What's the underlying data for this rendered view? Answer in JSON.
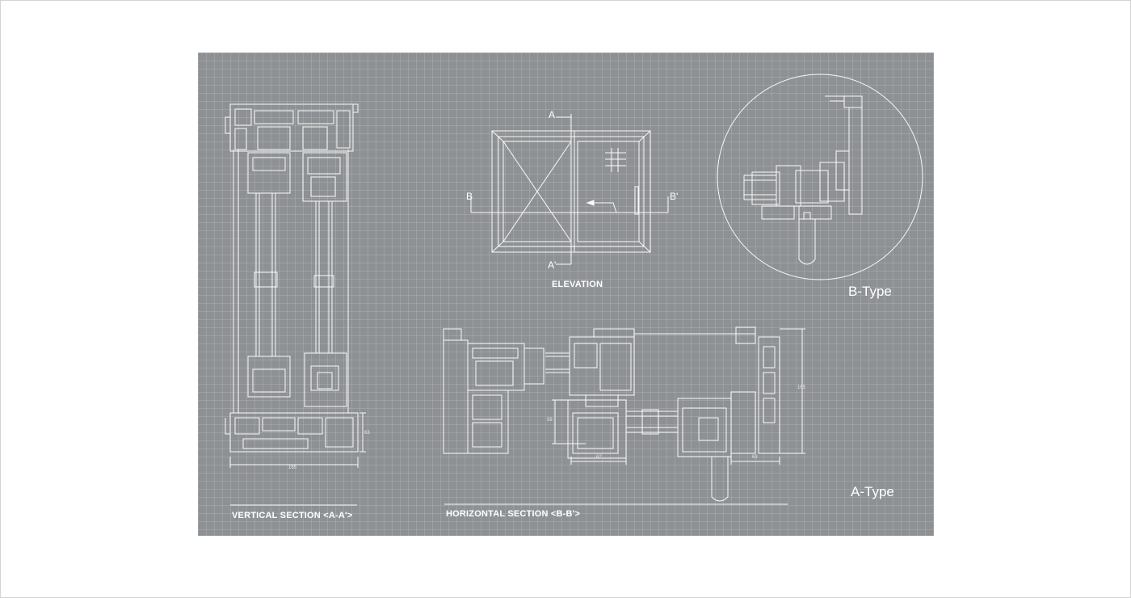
{
  "labels": {
    "elevation": "ELEVATION",
    "vertical_section": "VERTICAL SECTION <A-A'>",
    "horizontal_section": "HORIZONTAL SECTION <B-B'>",
    "b_type": "B-Type",
    "a_type": "A-Type"
  },
  "section_marks": {
    "a_top": "A",
    "a_bottom": "A'",
    "b_left": "B",
    "b_right": "B'"
  },
  "dimensions": {
    "vertical_width": "165",
    "vertical_side": "63",
    "horizontal_62": "62",
    "horizontal_63": "63",
    "horizontal_58": "58",
    "horizontal_height": "165"
  },
  "colors": {
    "sheet": "#8e9194",
    "line": "#ffffff"
  }
}
